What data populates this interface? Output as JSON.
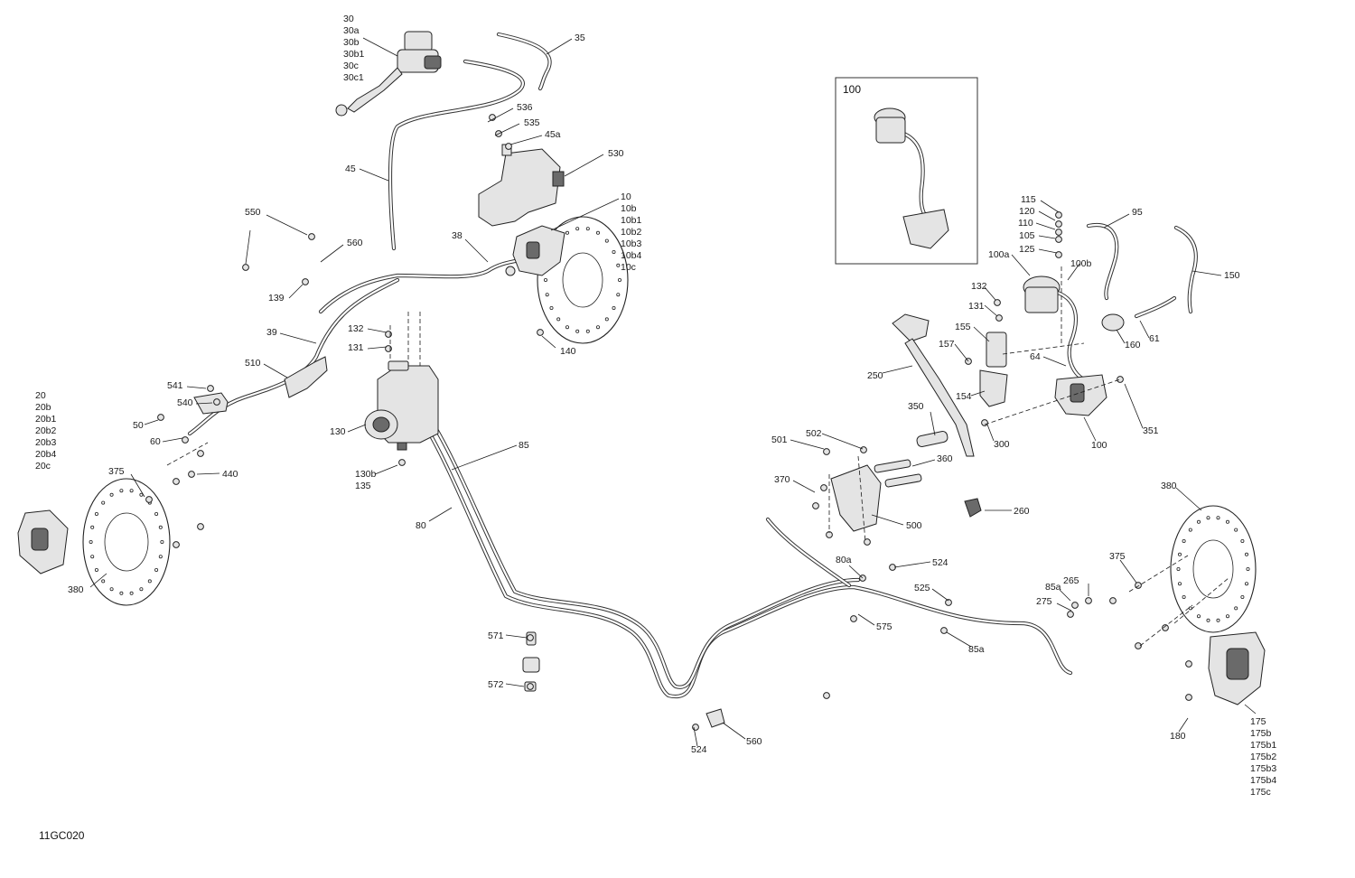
{
  "diagram": {
    "drawing_code": "11GC020",
    "inset_label": "100",
    "callouts": [
      {
        "id": "c30",
        "lines": [
          "30",
          "30a",
          "30b",
          "30b1",
          "30c",
          "30c1"
        ]
      },
      {
        "id": "c35",
        "lines": [
          "35"
        ]
      },
      {
        "id": "c536",
        "lines": [
          "536"
        ]
      },
      {
        "id": "c535",
        "lines": [
          "535"
        ]
      },
      {
        "id": "c45a",
        "lines": [
          "45a"
        ]
      },
      {
        "id": "c530",
        "lines": [
          "530"
        ]
      },
      {
        "id": "c45",
        "lines": [
          "45"
        ]
      },
      {
        "id": "c10",
        "lines": [
          "10",
          "10b",
          "10b1",
          "10b2",
          "10b3",
          "10b4",
          "10c"
        ]
      },
      {
        "id": "c550",
        "lines": [
          "550"
        ]
      },
      {
        "id": "c560top",
        "lines": [
          "560"
        ]
      },
      {
        "id": "c38",
        "lines": [
          "38"
        ]
      },
      {
        "id": "c139",
        "lines": [
          "139"
        ]
      },
      {
        "id": "c132left",
        "lines": [
          "132"
        ]
      },
      {
        "id": "c39",
        "lines": [
          "39"
        ]
      },
      {
        "id": "c131left",
        "lines": [
          "131"
        ]
      },
      {
        "id": "c140",
        "lines": [
          "140"
        ]
      },
      {
        "id": "c510",
        "lines": [
          "510"
        ]
      },
      {
        "id": "c541",
        "lines": [
          "541"
        ]
      },
      {
        "id": "c540",
        "lines": [
          "540"
        ]
      },
      {
        "id": "c20",
        "lines": [
          "20",
          "20b",
          "20b1",
          "20b2",
          "20b3",
          "20b4",
          "20c"
        ]
      },
      {
        "id": "c50",
        "lines": [
          "50"
        ]
      },
      {
        "id": "c130",
        "lines": [
          "130"
        ]
      },
      {
        "id": "c85",
        "lines": [
          "85"
        ]
      },
      {
        "id": "c60",
        "lines": [
          "60"
        ]
      },
      {
        "id": "c440",
        "lines": [
          "440"
        ]
      },
      {
        "id": "c375left",
        "lines": [
          "375"
        ]
      },
      {
        "id": "c130b",
        "lines": [
          "130b",
          "135"
        ]
      },
      {
        "id": "c80",
        "lines": [
          "80"
        ]
      },
      {
        "id": "c380left",
        "lines": [
          "380"
        ]
      },
      {
        "id": "c115",
        "lines": [
          "115"
        ]
      },
      {
        "id": "c120",
        "lines": [
          "120"
        ]
      },
      {
        "id": "c110",
        "lines": [
          "110"
        ]
      },
      {
        "id": "c105",
        "lines": [
          "105"
        ]
      },
      {
        "id": "c125",
        "lines": [
          "125"
        ]
      },
      {
        "id": "c95",
        "lines": [
          "95"
        ]
      },
      {
        "id": "c100a",
        "lines": [
          "100a"
        ]
      },
      {
        "id": "c100b",
        "lines": [
          "100b"
        ]
      },
      {
        "id": "c150",
        "lines": [
          "150"
        ]
      },
      {
        "id": "c132right",
        "lines": [
          "132"
        ]
      },
      {
        "id": "c131right",
        "lines": [
          "131"
        ]
      },
      {
        "id": "c155",
        "lines": [
          "155"
        ]
      },
      {
        "id": "c157",
        "lines": [
          "157"
        ]
      },
      {
        "id": "c160",
        "lines": [
          "160"
        ]
      },
      {
        "id": "c61",
        "lines": [
          "61"
        ]
      },
      {
        "id": "c64",
        "lines": [
          "64"
        ]
      },
      {
        "id": "c250",
        "lines": [
          "250"
        ]
      },
      {
        "id": "c154",
        "lines": [
          "154"
        ]
      },
      {
        "id": "c350",
        "lines": [
          "350"
        ]
      },
      {
        "id": "c300",
        "lines": [
          "300"
        ]
      },
      {
        "id": "c100",
        "lines": [
          "100"
        ]
      },
      {
        "id": "c351",
        "lines": [
          "351"
        ]
      },
      {
        "id": "c501",
        "lines": [
          "501"
        ]
      },
      {
        "id": "c502",
        "lines": [
          "502"
        ]
      },
      {
        "id": "c360",
        "lines": [
          "360"
        ]
      },
      {
        "id": "c370",
        "lines": [
          "370"
        ]
      },
      {
        "id": "c500",
        "lines": [
          "500"
        ]
      },
      {
        "id": "c260",
        "lines": [
          "260"
        ]
      },
      {
        "id": "c380right",
        "lines": [
          "380"
        ]
      },
      {
        "id": "c80a",
        "lines": [
          "80a"
        ]
      },
      {
        "id": "c524top",
        "lines": [
          "524"
        ]
      },
      {
        "id": "c375right",
        "lines": [
          "375"
        ]
      },
      {
        "id": "c525",
        "lines": [
          "525"
        ]
      },
      {
        "id": "c265",
        "lines": [
          "265"
        ]
      },
      {
        "id": "c85a1",
        "lines": [
          "85a"
        ]
      },
      {
        "id": "c275",
        "lines": [
          "275"
        ]
      },
      {
        "id": "c575",
        "lines": [
          "575"
        ]
      },
      {
        "id": "c85a2",
        "lines": [
          "85a"
        ]
      },
      {
        "id": "c571",
        "lines": [
          "571"
        ]
      },
      {
        "id": "c572",
        "lines": [
          "572"
        ]
      },
      {
        "id": "c560bottom",
        "lines": [
          "560"
        ]
      },
      {
        "id": "c524bottom",
        "lines": [
          "524"
        ]
      },
      {
        "id": "c180",
        "lines": [
          "180"
        ]
      },
      {
        "id": "c175",
        "lines": [
          "175",
          "175b",
          "175b1",
          "175b2",
          "175b3",
          "175b4",
          "175c"
        ]
      }
    ]
  }
}
